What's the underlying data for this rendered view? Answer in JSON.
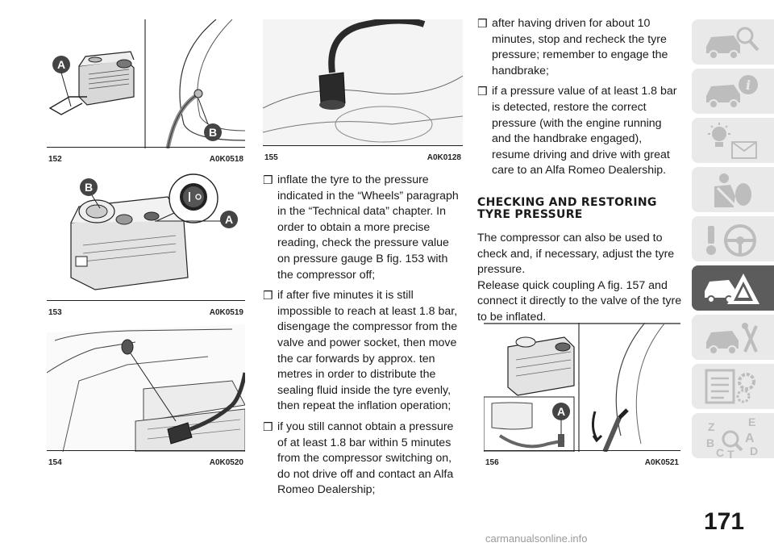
{
  "figures": {
    "f152": {
      "number": "152",
      "code": "A0K0518",
      "labels": [
        "A",
        "B"
      ]
    },
    "f153": {
      "number": "153",
      "code": "A0K0519",
      "labels": [
        "B",
        "A"
      ]
    },
    "f154": {
      "number": "154",
      "code": "A0K0520"
    },
    "f155": {
      "number": "155",
      "code": "A0K0128"
    },
    "f156": {
      "number": "156",
      "code": "A0K0521",
      "labels": [
        "A"
      ]
    }
  },
  "middle_column": {
    "bullets": [
      "inflate the tyre to the pressure indicated in the “Wheels” paragraph in the “Technical data” chapter. In order to obtain a more precise reading, check the pressure value on pressure gauge B fig. 153 with the compressor off;",
      "if after five minutes it is still impossible to reach at least 1.8 bar, disengage the compressor from the valve and power socket, then move the car forwards by approx. ten metres in order to distribute the sealing fluid inside the tyre evenly, then repeat the inflation operation;",
      "if you still cannot obtain a pressure of at least 1.8 bar within 5 minutes from the compressor switching on, do not drive off and contact an Alfa Romeo Dealership;"
    ]
  },
  "right_column": {
    "bullets": [
      "after having driven for about 10 minutes, stop and recheck the tyre pressure; remember to engage the handbrake;",
      "if a pressure value of at least 1.8 bar is detected, restore the correct pressure (with the engine running and the handbrake engaged), resume driving and drive with great care to an Alfa Romeo Dealership."
    ],
    "heading": "CHECKING AND RESTORING TYRE PRESSURE",
    "paragraphs": [
      "The compressor can also be used to check and, if necessary, adjust the tyre pressure.",
      "Release quick coupling A fig. 157 and connect it directly to the valve of the tyre to be inflated."
    ]
  },
  "bullet_glyph": "❒",
  "sidebar": {
    "tabs": [
      {
        "name": "car-search-icon",
        "active": false
      },
      {
        "name": "car-info-icon",
        "active": false
      },
      {
        "name": "warning-lights-icon",
        "active": false
      },
      {
        "name": "safety-airbag-icon",
        "active": false
      },
      {
        "name": "key-steering-icon",
        "active": false
      },
      {
        "name": "emergency-icon",
        "active": true
      },
      {
        "name": "car-maintenance-icon",
        "active": false
      },
      {
        "name": "technical-data-icon",
        "active": false
      },
      {
        "name": "index-icon",
        "active": false
      }
    ],
    "index_letters": [
      "Z",
      "E",
      "B",
      "A",
      "C",
      "T",
      "D"
    ],
    "colors": {
      "tab": "#e9e9e9",
      "active_tab": "#5c5c5c",
      "icon": "#bdbdbd",
      "active_icon": "#ffffff"
    }
  },
  "page_number": "171",
  "watermark": "carmanualsonline.info"
}
